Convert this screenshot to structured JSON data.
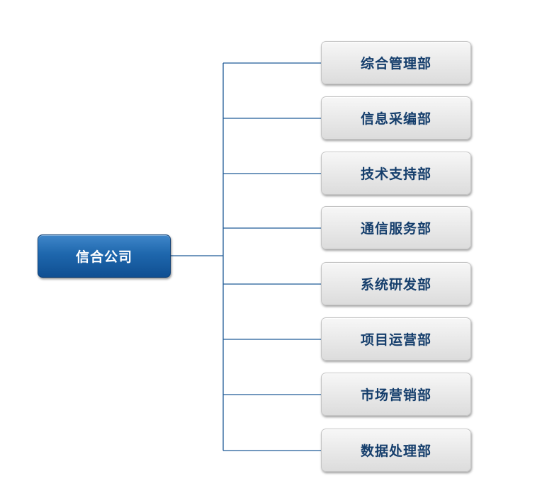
{
  "org_chart": {
    "root": {
      "label": "信合公司"
    },
    "departments": [
      {
        "label": "综合管理部"
      },
      {
        "label": "信息采编部"
      },
      {
        "label": "技术支持部"
      },
      {
        "label": "通信服务部"
      },
      {
        "label": "系统研发部"
      },
      {
        "label": "项目运营部"
      },
      {
        "label": "市场营销部"
      },
      {
        "label": "数据处理部"
      }
    ]
  },
  "colors": {
    "root_fill": "#1e67ad",
    "connector": "#1f5a96",
    "department_text": "#153e6c",
    "department_fill": "#e8e8e8"
  }
}
